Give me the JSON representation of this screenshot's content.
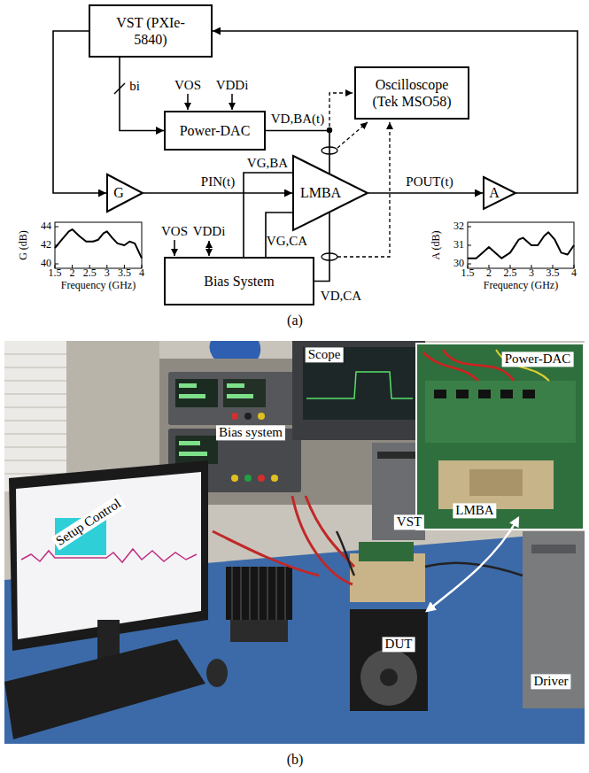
{
  "diagram": {
    "nodes": [
      {
        "text": [
          "VST (PXIe-5840)"
        ]
      },
      {
        "text": [
          "Power-DAC"
        ]
      },
      {
        "text": [
          "Oscilloscope (Tek MSO58)"
        ]
      },
      {
        "text": [
          "G"
        ]
      },
      {
        "text": [
          "LMBA"
        ]
      },
      {
        "text": [
          "A"
        ]
      },
      {
        "text": [
          "Bias System"
        ]
      }
    ],
    "edges": [
      {
        "from": 0,
        "to": 1,
        "arrow": "to",
        "label": "bi"
      },
      {
        "from": 0,
        "to": 3,
        "arrow": "to"
      },
      {
        "from": 3,
        "to": 4,
        "arrow": "to",
        "label": "PIN(t)"
      },
      {
        "from": 4,
        "to": 5,
        "arrow": "to",
        "label": "POUT(t)"
      },
      {
        "from": 5,
        "to": 0,
        "arrow": "to"
      },
      {
        "from": 1,
        "to": 4,
        "arrow": "none",
        "label": "VD,BA(t)"
      },
      {
        "from": 6,
        "to": 4,
        "arrow": "none",
        "label": "VG,BA"
      },
      {
        "from": 6,
        "to": 4,
        "arrow": "none",
        "label": "VG,CA"
      },
      {
        "from": 6,
        "to": 4,
        "arrow": "none",
        "label": "VD,CA"
      }
    ],
    "labels": [
      "VOS",
      "VDDi",
      "VOS",
      "VDDi",
      "G (dB)",
      "44",
      "42",
      "40",
      "1.5",
      "2",
      "2.5",
      "3",
      "3.5",
      "4",
      "Frequency (GHz)",
      "A (dB)",
      "32",
      "31",
      "30",
      "1.5",
      "2",
      "2.5",
      "3",
      "3.5",
      "4",
      "Frequency (GHz)",
      "(a)",
      "Scope",
      "Bias system",
      "Power-DAC",
      "VST",
      "LMBA",
      "Setup Control",
      "DUT",
      "Driver",
      "(b)"
    ]
  }
}
